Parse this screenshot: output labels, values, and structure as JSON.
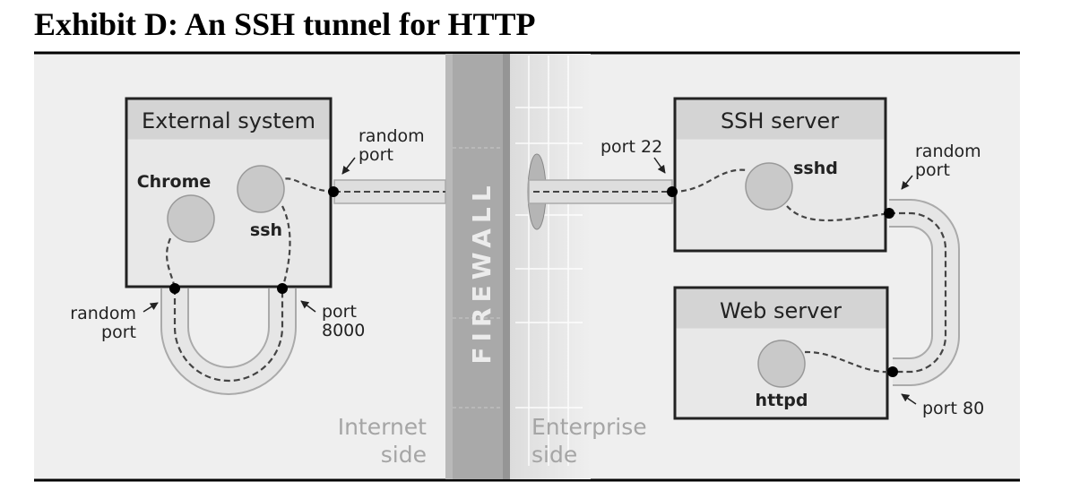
{
  "title": "Exhibit D: An SSH tunnel for HTTP",
  "firewall": {
    "label": "FIREWALL",
    "internet_side_line1": "Internet",
    "internet_side_line2": "side",
    "enterprise_side_line1": "Enterprise",
    "enterprise_side_line2": "side"
  },
  "external_system": {
    "title": "External system",
    "chrome_label": "Chrome",
    "ssh_label": "ssh",
    "tunnel_port_line1": "random",
    "tunnel_port_line2": "port",
    "left_port_line1": "random",
    "left_port_line2": "port",
    "right_port_line1": "port",
    "right_port_line2": "8000"
  },
  "ssh_server": {
    "title": "SSH server",
    "daemon_label": "sshd",
    "inbound_port": "port 22",
    "outbound_port_line1": "random",
    "outbound_port_line2": "port"
  },
  "web_server": {
    "title": "Web server",
    "daemon_label": "httpd",
    "port": "port 80"
  },
  "colors": {
    "panel_bg": "#efefef",
    "box_fill": "#e8e8e8",
    "box_header": "#d4d4d4",
    "process_circle": "#c9c9c9",
    "firewall": "#a9a9a9",
    "faded_text": "#a5a5a5"
  }
}
